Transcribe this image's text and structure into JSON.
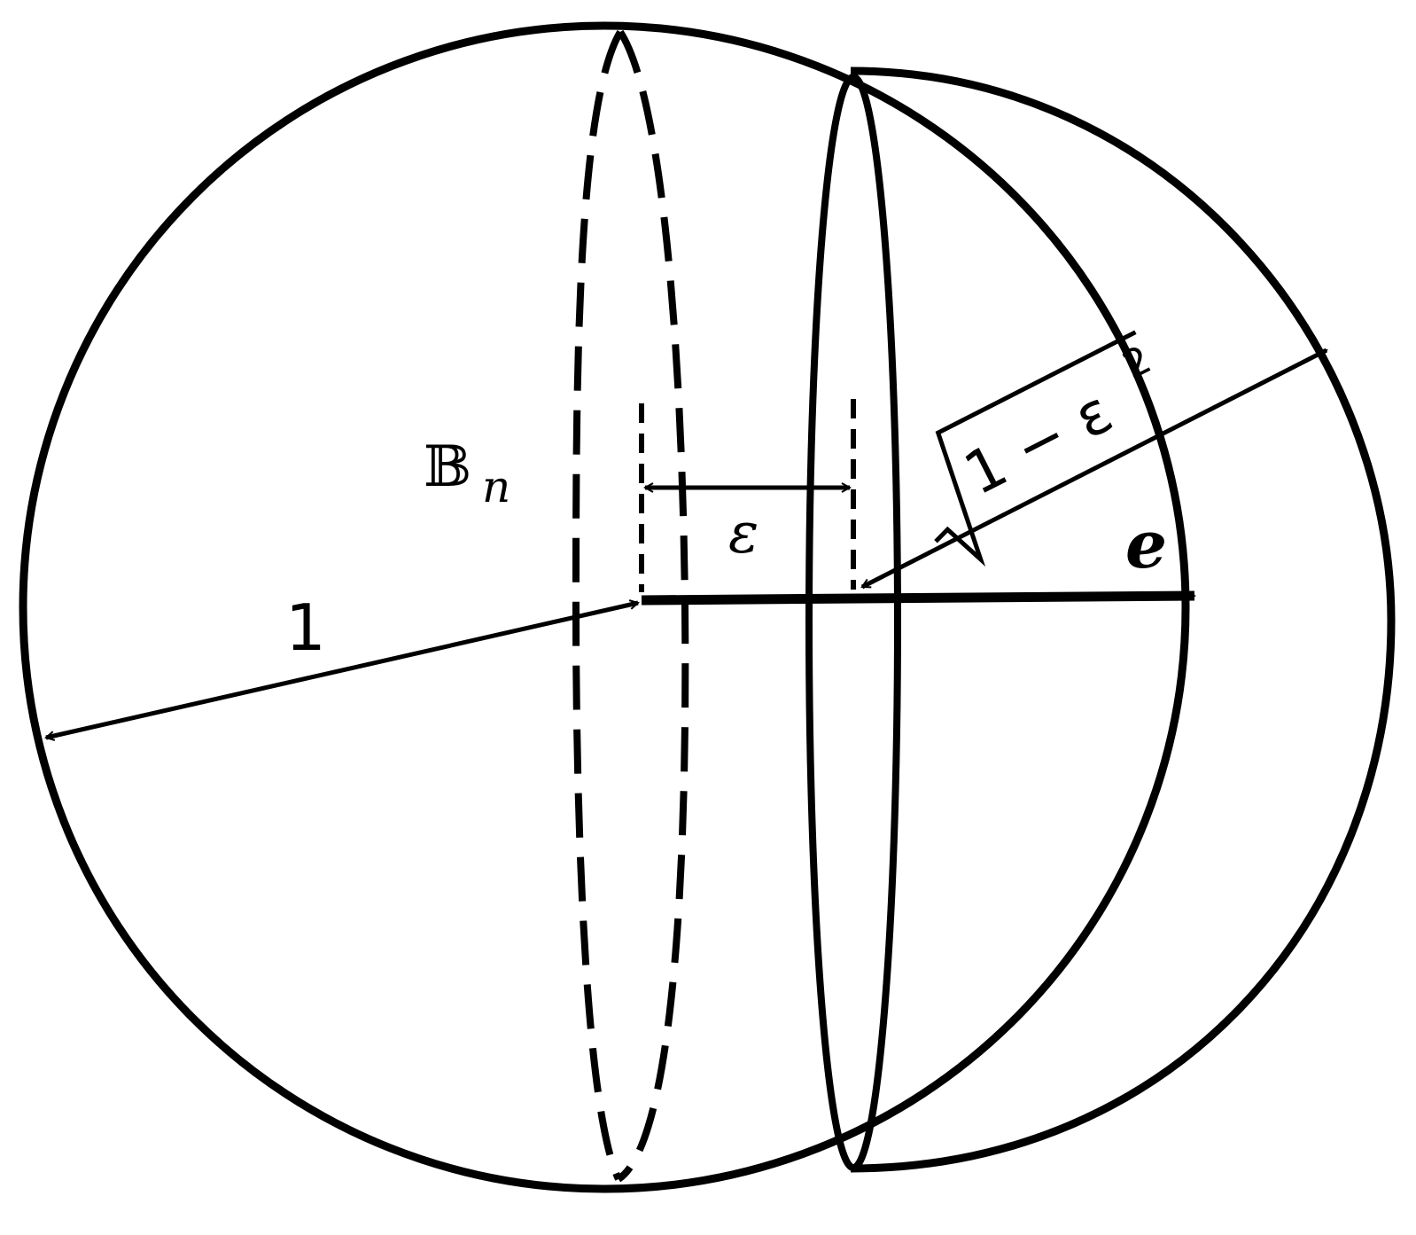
{
  "diagram": {
    "labels": {
      "ball_symbol": "𝔹",
      "ball_subscript": "n",
      "radius": "1",
      "epsilon": "ε",
      "vector": "e",
      "sqrt_term": "1 − ε",
      "sqrt_exponent": "2"
    },
    "colors": {
      "stroke": "#000000",
      "background": "#ffffff"
    }
  }
}
